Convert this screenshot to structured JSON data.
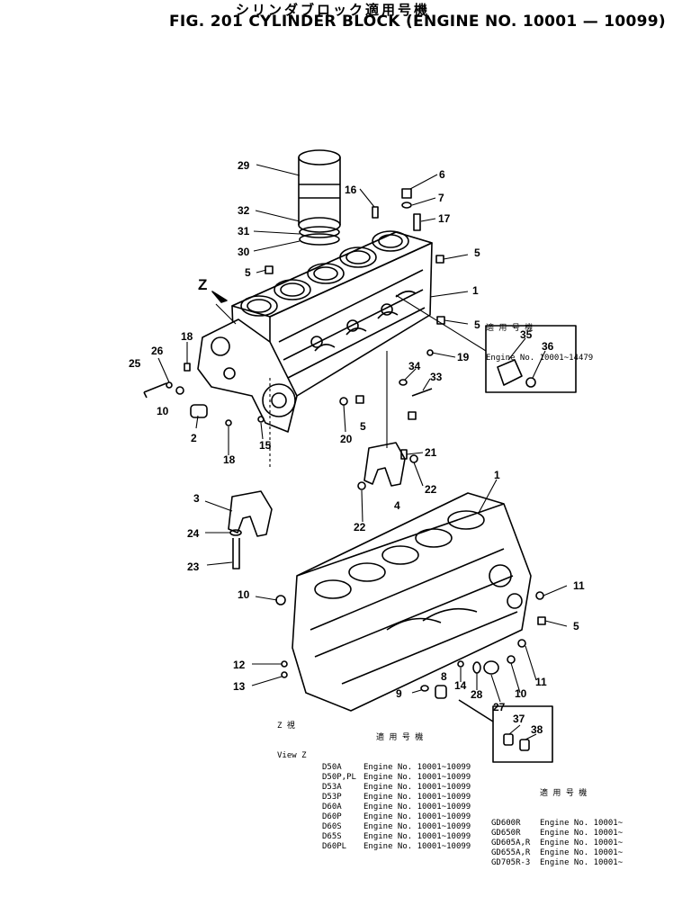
{
  "title_jp": "シリンダブロック適用号機",
  "title_en": "FIG. 201  CYLINDER BLOCK (ENGINE NO. 10001 — 10099)",
  "view_z": {
    "letter": "Z"
  },
  "view_z_note": {
    "jp": "Z 視",
    "en": "View Z"
  },
  "callouts": [
    "29",
    "6",
    "16",
    "7",
    "17",
    "32",
    "31",
    "30",
    "5",
    "5",
    "1",
    "5",
    "26",
    "18",
    "25",
    "10",
    "2",
    "19",
    "34",
    "33",
    "15",
    "5",
    "20",
    "18",
    "21",
    "22",
    "4",
    "3",
    "22",
    "24",
    "23",
    "1",
    "11",
    "10",
    "5",
    "12",
    "8",
    "14",
    "13",
    "9",
    "28",
    "27",
    "10",
    "11",
    "35",
    "36",
    "37",
    "38"
  ],
  "box1": {
    "jp": "適 用 号 機",
    "en": "Engine No. 10001~14479"
  },
  "box2": {
    "jp": "適 用 号 機"
  },
  "table_main": [
    {
      "model": "D50A",
      "engine": "Engine No. 10001~10099"
    },
    {
      "model": "D50P,PL",
      "engine": "Engine No. 10001~10099"
    },
    {
      "model": "D53A",
      "engine": "Engine No. 10001~10099"
    },
    {
      "model": "D53P",
      "engine": "Engine No. 10001~10099"
    },
    {
      "model": "D60A",
      "engine": "Engine No. 10001~10099"
    },
    {
      "model": "D60P",
      "engine": "Engine No. 10001~10099"
    },
    {
      "model": "D60S",
      "engine": "Engine No. 10001~10099"
    },
    {
      "model": "D65S",
      "engine": "Engine No. 10001~10099"
    },
    {
      "model": "D60PL",
      "engine": "Engine No. 10001~10099"
    }
  ],
  "table_gd": [
    {
      "model": "GD600R",
      "engine": "Engine No. 10001~"
    },
    {
      "model": "GD650R",
      "engine": "Engine No. 10001~"
    },
    {
      "model": "GD605A,R",
      "engine": "Engine No. 10001~"
    },
    {
      "model": "GD655A,R",
      "engine": "Engine No. 10001~"
    },
    {
      "model": "GD705R-3",
      "engine": "Engine No. 10001~"
    }
  ],
  "colors": {
    "ink": "#000000",
    "paper": "#ffffff"
  }
}
